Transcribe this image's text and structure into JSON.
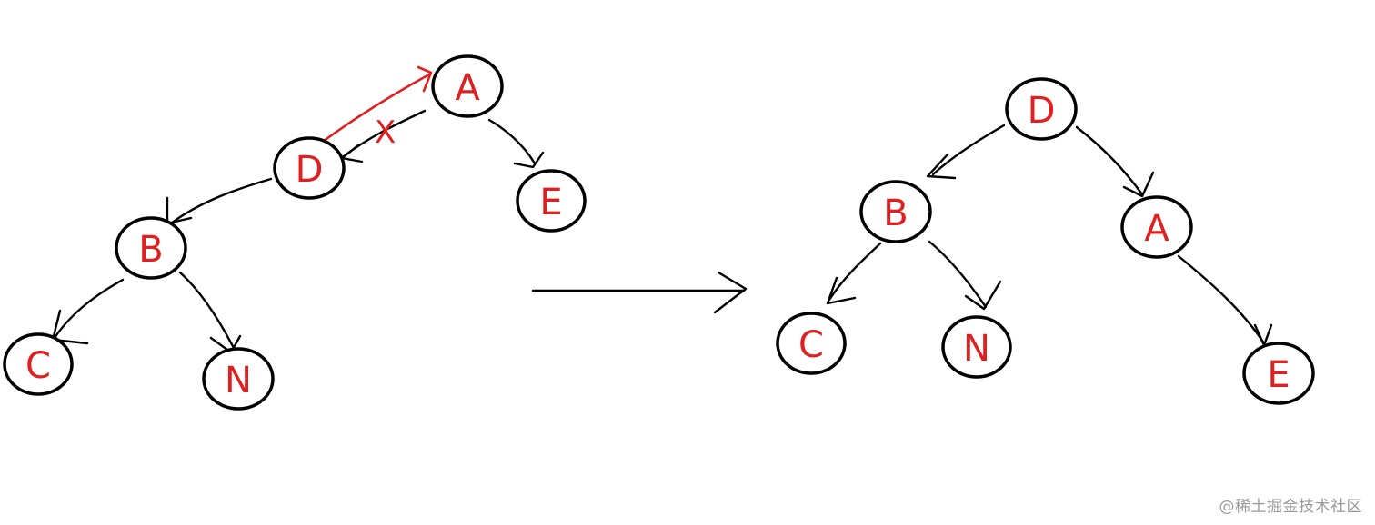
{
  "diagram": {
    "left_tree": {
      "nodes": [
        {
          "id": "A",
          "label": "A"
        },
        {
          "id": "D",
          "label": "D"
        },
        {
          "id": "E",
          "label": "E"
        },
        {
          "id": "B",
          "label": "B"
        },
        {
          "id": "C",
          "label": "C"
        },
        {
          "id": "N",
          "label": "N"
        }
      ],
      "edges": [
        [
          "A",
          "D"
        ],
        [
          "A",
          "E"
        ],
        [
          "D",
          "B"
        ],
        [
          "B",
          "C"
        ],
        [
          "B",
          "N"
        ]
      ],
      "cut_mark": "X"
    },
    "right_tree": {
      "nodes": [
        {
          "id": "D",
          "label": "D"
        },
        {
          "id": "B",
          "label": "B"
        },
        {
          "id": "A",
          "label": "A"
        },
        {
          "id": "C",
          "label": "C"
        },
        {
          "id": "N",
          "label": "N"
        },
        {
          "id": "E",
          "label": "E"
        }
      ],
      "edges": [
        [
          "D",
          "B"
        ],
        [
          "D",
          "A"
        ],
        [
          "B",
          "C"
        ],
        [
          "B",
          "N"
        ],
        [
          "A",
          "E"
        ]
      ]
    },
    "colors": {
      "node_label": "#e02020",
      "node_outline": "#000000",
      "edge": "#000000",
      "rotation_arrow": "#e02020"
    }
  },
  "watermark": "@稀土掘金技术社区"
}
